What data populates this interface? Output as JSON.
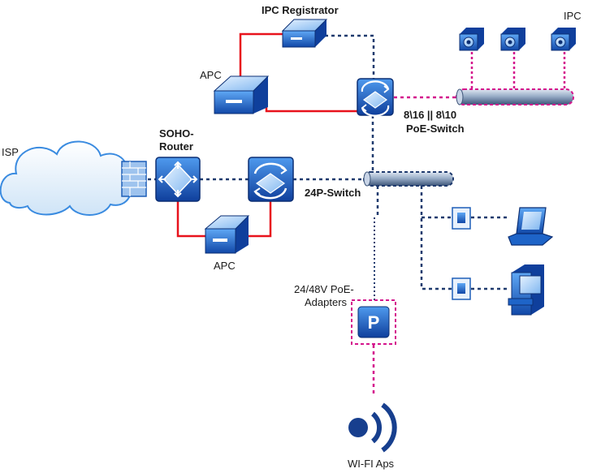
{
  "labels": {
    "ipc_registrator": "IPC Registrator",
    "apc_top": "APC",
    "ipc": "IPC",
    "poe_switch_line1": "8\\16 || 8\\10",
    "poe_switch_line2": "PoE-Switch",
    "isp": "ISP",
    "soho_line1": "SOHO-",
    "soho_line2": "Router",
    "switch24": "24P-Switch",
    "apc_bottom": "APC",
    "poe_adapters_line1": "24/48V PoE-",
    "poe_adapters_line2": "Adapters",
    "poe_glyph": "P",
    "wifi": "WI-FI Aps"
  },
  "colors": {
    "power_link": "#e8121c",
    "lan_link": "#1f3a6e",
    "poe_link": "#d4148c",
    "device_fill": "#1e64c8",
    "device_dark": "#0d3a8a"
  },
  "icons": [
    "cloud-icon",
    "firewall-icon",
    "router-icon",
    "switch-icon",
    "ups-icon",
    "nvr-icon",
    "camera-icon",
    "laptop-icon",
    "desktop-icon",
    "wall-port-icon",
    "poe-injector-icon",
    "wifi-ap-icon"
  ]
}
